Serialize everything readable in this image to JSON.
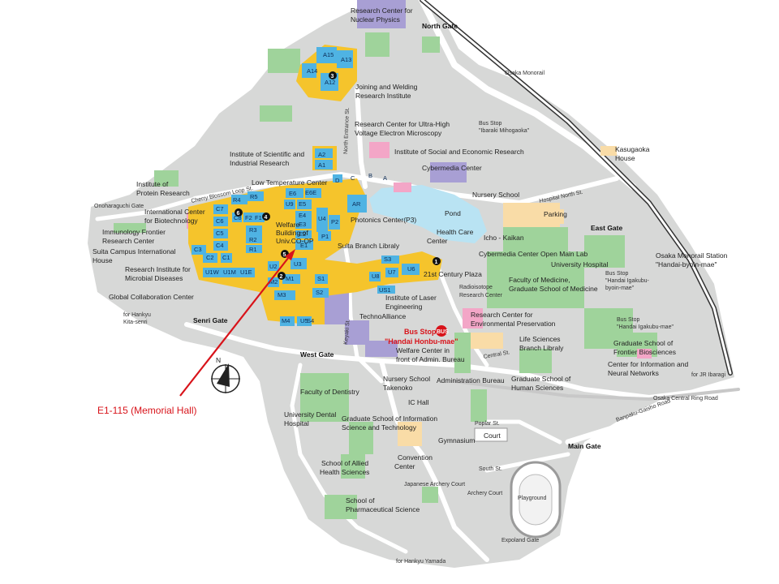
{
  "annotation": {
    "text": "E1-115 (Memorial Hall)",
    "color": "#d8131a"
  },
  "compass": {
    "label": "N"
  },
  "colors": {
    "campus": "#d7d8d7",
    "road": "#ffffff",
    "zone": "#f5c42c",
    "building": "#4fb3e3",
    "green": "#9fd39b",
    "water": "#b9e3f3",
    "pink": "#f3a6c7",
    "purple": "#a89fd4",
    "beige": "#f9dca7",
    "rail": "#333333"
  },
  "gates": [
    "North Gate",
    "East Gate",
    "West Gate",
    "Main Gate",
    "Senri Gate",
    "Expoland Gate",
    "Onoharaguchi Gate"
  ],
  "streets": [
    "North Entrance St.",
    "Cherry Blossom Loop St.",
    "Hospital North St.",
    "Keyaki St.",
    "Central St.",
    "Poplar St.",
    "South St.",
    "Osaka Central Ring Road",
    "Banpaku-Gaisho Road",
    "Osaka Monorail"
  ],
  "labels": {
    "rcnp": [
      "Research Center for",
      "Nuclear Physics"
    ],
    "joining": [
      "Joining and Welding",
      "Research Institute"
    ],
    "uhv": [
      "Research Center for Ultra-High",
      "Voltage Electron Microscopy"
    ],
    "isir": [
      "Institute of Scientific and",
      "Industrial Research"
    ],
    "iser": "Institute of Social and Economic Research",
    "cmc": "Cybermedia Center",
    "ltc": "Low Temperature Center",
    "ipr": [
      "Institute of",
      "Protein Research"
    ],
    "icb": [
      "International Center",
      "for Biotechnology"
    ],
    "ifrec": [
      "Immunology Frontier",
      "Research Center"
    ],
    "suita_house": [
      "Suita Campus International",
      "House"
    ],
    "rimd": [
      "Research Institute for",
      "Microbial Diseases"
    ],
    "gcc": "Global Collaboration Center",
    "welfare_coop": [
      "Welfare",
      "Building of",
      "Univ.CO-OP"
    ],
    "photonics": "Photonics Center(P3)",
    "library": "Suita Branch Libraly",
    "hcc": [
      "Health Care",
      "Center"
    ],
    "plaza": "21st Century Plaza",
    "cmc_open": "Cybermedia Center Open Main Lab",
    "hospital": "University Hospital",
    "fom": [
      "Faculty of Medicine,",
      "Graduate School of Medicine"
    ],
    "ile": [
      "Institute of Laser",
      "Engineering"
    ],
    "technoalliance": "TechnoAlliance",
    "radioisotope": [
      "Radioisotope",
      "Research Center"
    ],
    "recep": [
      "Research Center for",
      "Environmental Preservation"
    ],
    "welfare_front": [
      "Welfare Center in",
      "front of Admin. Bureau"
    ],
    "lsbl": [
      "Life Sciences",
      "Branch Libraly"
    ],
    "gsfb": [
      "Graduate School of",
      "Frontier Biosciences"
    ],
    "cinet": [
      "Center for Information and",
      "Neural Networks"
    ],
    "nursery_school": "Nursery School",
    "pond": "Pond",
    "parking": "Parking",
    "icho": "Icho - Kaikan",
    "kasugaoka": [
      "Kasugaoka",
      "House"
    ],
    "bus_ibaraki": [
      "Bus Stop",
      "\"Ibaraki Mihogaoka\""
    ],
    "bus_hbm": [
      "Bus Stop",
      "\"Handai Igakubu-",
      "byoin-mae\""
    ],
    "bus_hm": [
      "Bus Stop",
      "\"Handai Igakubu-mae\""
    ],
    "monorail_station": [
      "Osaka Monorail Station",
      "\"Handai-byoin-mae\""
    ],
    "bus_honbu": [
      "Bus Stop",
      "\"Handai Honbu-mae\""
    ],
    "takenoko": [
      "Nursery School",
      "Takenoko"
    ],
    "admin": "Administration Bureau",
    "gshs": [
      "Graduate School of",
      "Human Sciences"
    ],
    "ic_hall": "IC Hall",
    "fod": "Faculty of Dentistry",
    "udh": [
      "University Dental",
      "Hospital"
    ],
    "gsist": [
      "Graduate School of Information",
      "Science and Technology"
    ],
    "court": "Court",
    "gymnasium": "Gymnasium",
    "convention": [
      "Convention",
      "Center"
    ],
    "sahs": [
      "School of Allied",
      "Health Sciences"
    ],
    "archery_jp": "Japanese Archery Court",
    "archery": "Archery Court",
    "playground": "Playground",
    "pharma": [
      "School of",
      "Pharmaceutical Science"
    ],
    "for_hankyu_kitasenri": [
      "for Hankyu",
      "Kita-senri"
    ],
    "for_jr_ibaragi": "for JR Ibaragi",
    "for_hankyu_yamada": "for Hankyu Yamada",
    "bus_short": "BUS"
  },
  "buildings": [
    "A15",
    "A13",
    "A14",
    "A12",
    "A2",
    "A1",
    "E6",
    "E6E",
    "U9",
    "E5",
    "E4",
    "E3",
    "E2",
    "E1",
    "U4",
    "P2",
    "P1",
    "AR",
    "D",
    "C",
    "B",
    "A",
    "R4",
    "R5",
    "C7",
    "C6",
    "C5",
    "C4",
    "C3",
    "C2",
    "C1",
    "C8",
    "F2",
    "F1",
    "R3",
    "R2",
    "R1",
    "U2",
    "U3",
    "U1W",
    "U1M",
    "U1E",
    "M1",
    "M2",
    "M3",
    "M4",
    "S1",
    "S2",
    "S3",
    "S4",
    "U5",
    "U6",
    "U7",
    "U8",
    "US1"
  ],
  "markers": [
    "1",
    "2",
    "3",
    "4",
    "5",
    "6"
  ]
}
